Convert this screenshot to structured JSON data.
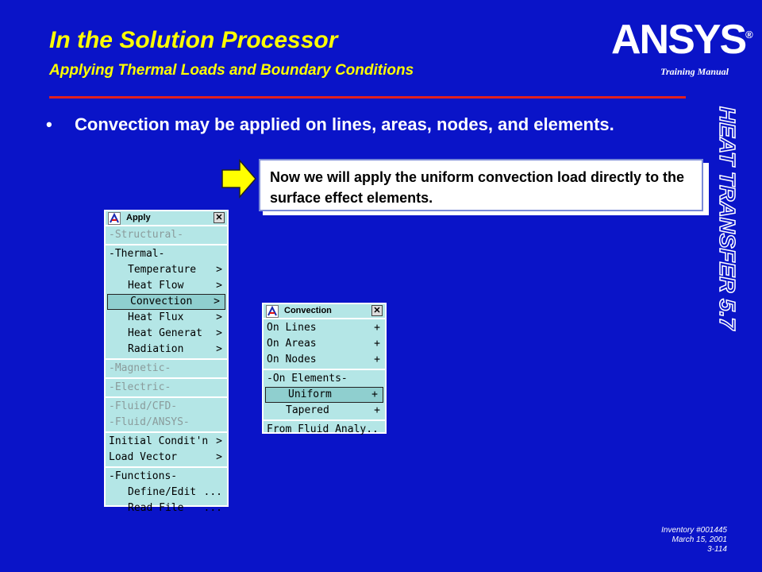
{
  "header": {
    "title": "In the Solution Processor",
    "subtitle": "Applying Thermal Loads and Boundary Conditions",
    "logo_text": "ANSYS",
    "logo_mark": "®",
    "training_manual": "Training Manual",
    "side_text": "HEAT TRANSFER 5.7"
  },
  "body": {
    "bullet_symbol": "•",
    "bullet_text": "Convection may be applied on lines, areas, nodes, and elements.",
    "callout": "Now we will apply the uniform convection load directly to the surface effect elements."
  },
  "apply_panel": {
    "title": "Apply",
    "close": "✕",
    "structural": "-Structural-",
    "thermal": "-Thermal-",
    "items": [
      {
        "label": "Temperature",
        "tail": ">"
      },
      {
        "label": "Heat Flow",
        "tail": ">"
      },
      {
        "label": "Convection",
        "tail": ">"
      },
      {
        "label": "Heat Flux",
        "tail": ">"
      },
      {
        "label": "Heat Generat",
        "tail": ">"
      },
      {
        "label": "Radiation",
        "tail": ">"
      }
    ],
    "magnetic": "-Magnetic-",
    "electric": "-Electric-",
    "fluid_cfd": "-Fluid/CFD-",
    "fluid_ansys": "-Fluid/ANSYS-",
    "initial": {
      "label": "Initial Condit'n",
      "tail": ">"
    },
    "load_vector": {
      "label": "Load Vector",
      "tail": ">"
    },
    "functions": "-Functions-",
    "define_edit": {
      "label": "Define/Edit",
      "tail": "..."
    },
    "read_file": {
      "label": "Read File",
      "tail": "..."
    }
  },
  "convection_panel": {
    "title": "Convection",
    "close": "✕",
    "on_lines": {
      "label": "On Lines",
      "tail": "+"
    },
    "on_areas": {
      "label": "On Areas",
      "tail": "+"
    },
    "on_nodes": {
      "label": "On Nodes",
      "tail": "+"
    },
    "on_elements": "-On Elements-",
    "uniform": {
      "label": "Uniform",
      "tail": "+"
    },
    "tapered": {
      "label": "Tapered",
      "tail": "+"
    },
    "from_fluid": "From Fluid Analy.."
  },
  "footer": {
    "inventory": "Inventory #001445",
    "date": "March 15, 2001",
    "page": "3-114"
  },
  "colors": {
    "background": "#0a14c8",
    "title": "#ffff00",
    "divider": "#e02020",
    "panel": "#b4e6e6"
  }
}
